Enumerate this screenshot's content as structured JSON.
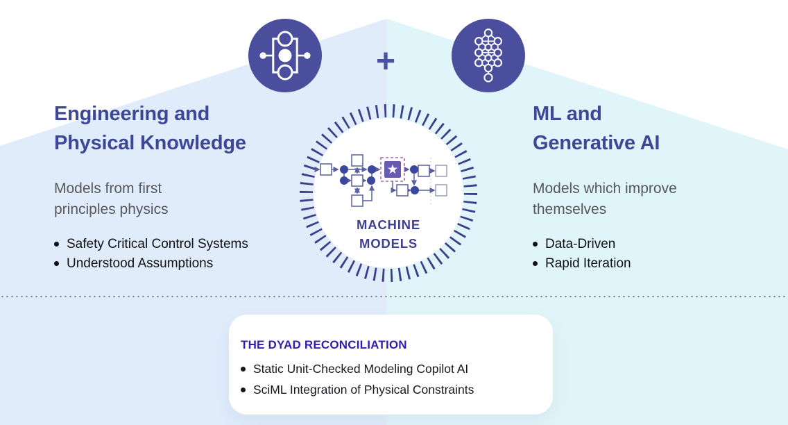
{
  "background": {
    "base_color": "#ffffff",
    "left_shape_color": "#e0ecfa",
    "right_shape_color": "#dff5f9"
  },
  "divider": {
    "style": "dotted-line",
    "color": "#7e848d"
  },
  "header": {
    "engineering_icon": "block-diagram-icon",
    "plus_label": "+",
    "ml_icon": "tree-network-icon",
    "icon_circle_color": "#4a4e9d"
  },
  "left_panel": {
    "title": "Engineering and\nPhysical Knowledge",
    "subtitle": "Models from first\nprinciples physics",
    "bullets": [
      "Safety Critical Control Systems",
      "Understood Assumptions"
    ]
  },
  "right_panel": {
    "title": "ML and\nGenerative AI",
    "subtitle": "Models which improve\nthemselves",
    "bullets": [
      "Data-Driven",
      "Rapid Iteration"
    ]
  },
  "center_badge": {
    "label": "MACHINE MODELS",
    "ring_color": "#3d3d8c",
    "star_block_color": "#685ab3",
    "dashed_outline_color": "#b266ab",
    "node_color": "#3a479e",
    "line_color": "#5a5f9e"
  },
  "reconciliation_card": {
    "title": "THE DYAD RECONCILIATION",
    "title_color": "#2c1fb2",
    "bullets": [
      "Static Unit-Checked Modeling Copilot AI",
      "SciML Integration of Physical Constraints"
    ]
  },
  "text_colors": {
    "heading": "#3e4795",
    "subtitle": "#54585c",
    "bullet_text": "#0f1114"
  }
}
